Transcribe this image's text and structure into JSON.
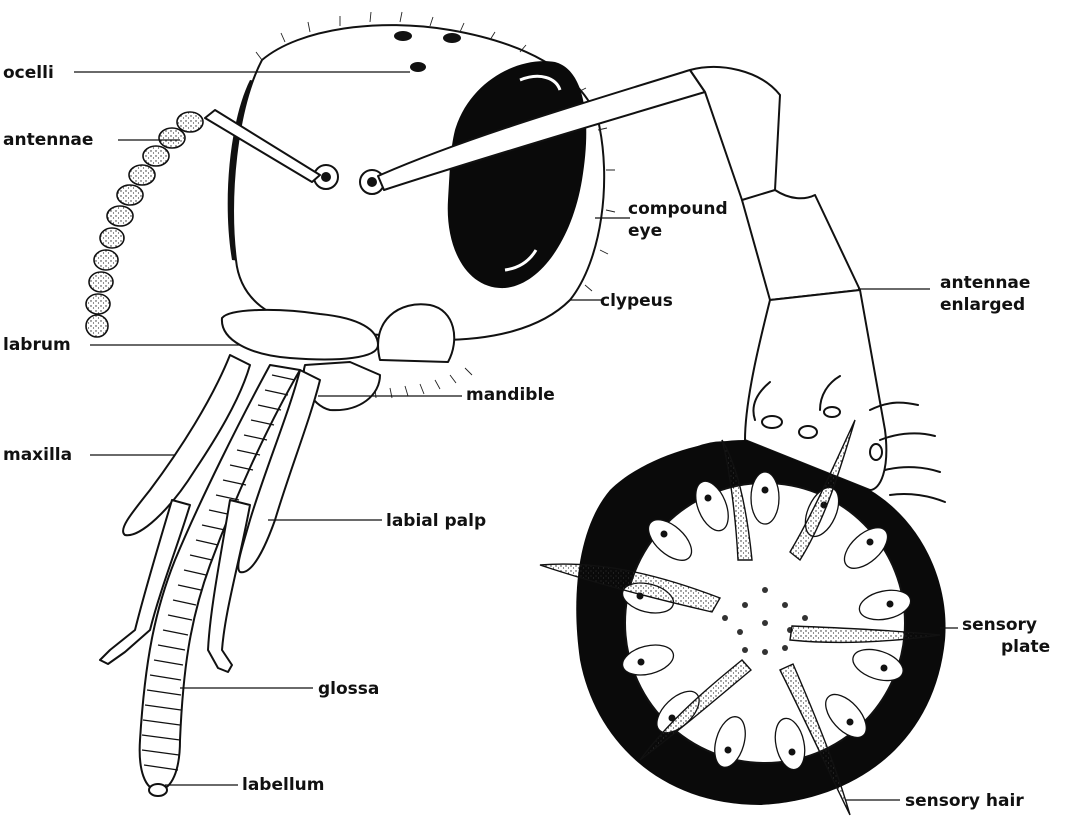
{
  "labels": {
    "ocelli": "ocelli",
    "antennae": "antennae",
    "compound_eye_1": "compound",
    "compound_eye_2": "eye",
    "clypeus": "clypeus",
    "antennae_enlarged_1": "antennae",
    "antennae_enlarged_2": "enlarged",
    "labrum": "labrum",
    "mandible": "mandible",
    "maxilla": "maxilla",
    "labial_palp": "labial palp",
    "sensory_plate_1": "sensory",
    "sensory_plate_2": "plate",
    "glossa": "glossa",
    "labellum": "labellum",
    "sensory_hair": "sensory hair"
  }
}
